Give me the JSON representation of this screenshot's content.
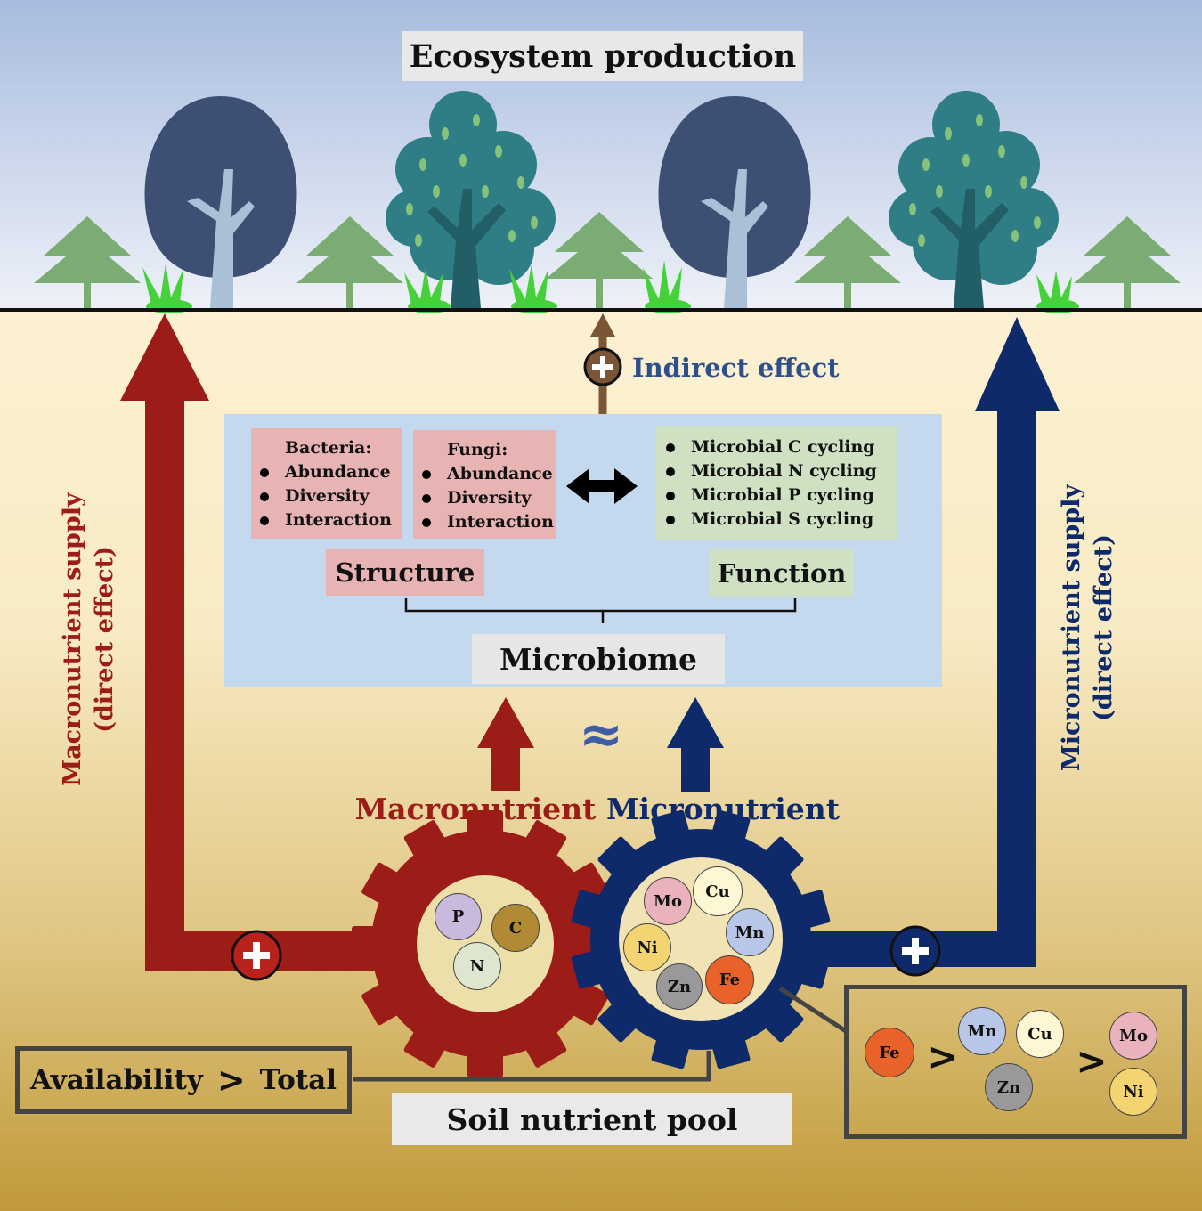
{
  "title": "Ecosystem production",
  "indirect_effect": "Indirect effect",
  "bacteria": {
    "heading": "Bacteria:",
    "items": [
      "Abundance",
      "Diversity",
      "Interaction"
    ]
  },
  "fungi": {
    "heading": "Fungi:",
    "items": [
      "Abundance",
      "Diversity",
      "Interaction"
    ]
  },
  "functions": [
    "Microbial C cycling",
    "Microbial N cycling",
    "Microbial P cycling",
    "Microbial S cycling"
  ],
  "structure": "Structure",
  "function": "Function",
  "microbiome": "Microbiome",
  "approx_symbol": "≈",
  "macronutrient": "Macronutrient",
  "micronutrient": "Micronutrient",
  "macro_supply": {
    "line1": "Macronutrient  supply",
    "line2": "(direct effect)"
  },
  "micro_supply": {
    "line1": "Micronutrient  supply",
    "line2": "(direct effect)"
  },
  "macro_elements": [
    "P",
    "C",
    "N"
  ],
  "micro_elements": [
    "Mo",
    "Cu",
    "Mn",
    "Ni",
    "Zn",
    "Fe"
  ],
  "availability": {
    "left": "Availability",
    "symbol": ">",
    "right": "Total"
  },
  "soil_pool": "Soil nutrient pool",
  "ranking": {
    "first": "Fe",
    "second": [
      "Mn",
      "Cu",
      "Zn"
    ],
    "third": [
      "Mo",
      "Ni"
    ],
    "symbol": ">"
  },
  "colors": {
    "macro_red": "#9c1c17",
    "micro_navy": "#0f2a6b",
    "sky_top": "#a8bcdf",
    "soil_top": "#fcf1d2",
    "soil_bottom": "#c09a3a",
    "panel_blue": "#c4d8ee",
    "indirect_brown": "#7a5637",
    "indirect_text": "#2e4f8c"
  }
}
